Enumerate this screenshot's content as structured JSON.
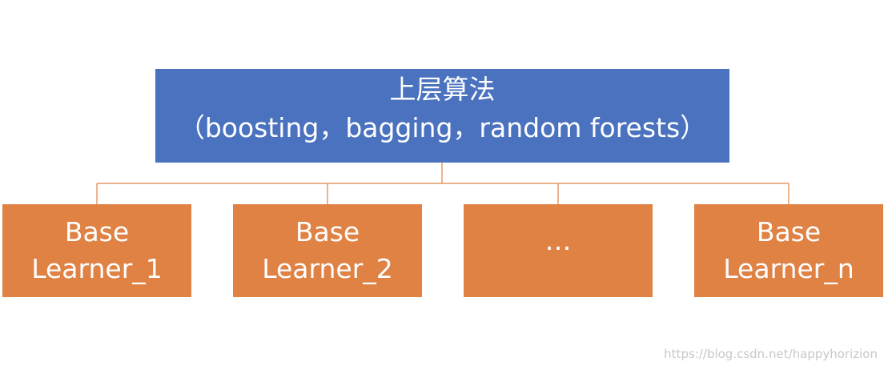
{
  "top": {
    "line1": "上层算法",
    "line2": "（boosting，bagging，random forests）"
  },
  "leaves": [
    {
      "label": "Base\nLearner_1"
    },
    {
      "label": "Base\nLearner_2"
    },
    {
      "label": "…"
    },
    {
      "label": "Base\nLearner_n"
    }
  ],
  "watermark": "https://blog.csdn.net/happyhorizion",
  "colors": {
    "top_box": "#4a72bf",
    "leaf_box": "#df8244",
    "connector": "#df8244"
  }
}
